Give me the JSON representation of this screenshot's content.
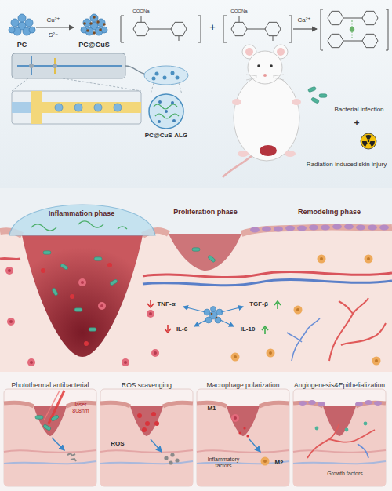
{
  "diagram": {
    "nodes": [
      {
        "text": [
          "Photothermal antibacterial"
        ]
      },
      {
        "text": [
          "ROS scavenging"
        ]
      },
      {
        "text": [
          "Macrophage polarization"
        ]
      },
      {
        "text": [
          "Angiogenesis&Epithelialization"
        ]
      }
    ],
    "labels": [
      "PC",
      "Cu²⁺",
      "S²⁻",
      "PC@CuS",
      "COONa",
      "COONa",
      "+",
      "Ca²⁺",
      "PC@CuS-ALG",
      "Bacterial infection",
      "+",
      "Radiation-induced skin injury",
      "Inflammation phase",
      "Proliferation phase",
      "Remodeling phase",
      "TNF-α",
      "IL-6",
      "TGF-β",
      "IL-10",
      "laser 808nm",
      "ROS",
      "M1",
      "Inflammatory factors",
      "M2",
      "Growth factors"
    ]
  }
}
